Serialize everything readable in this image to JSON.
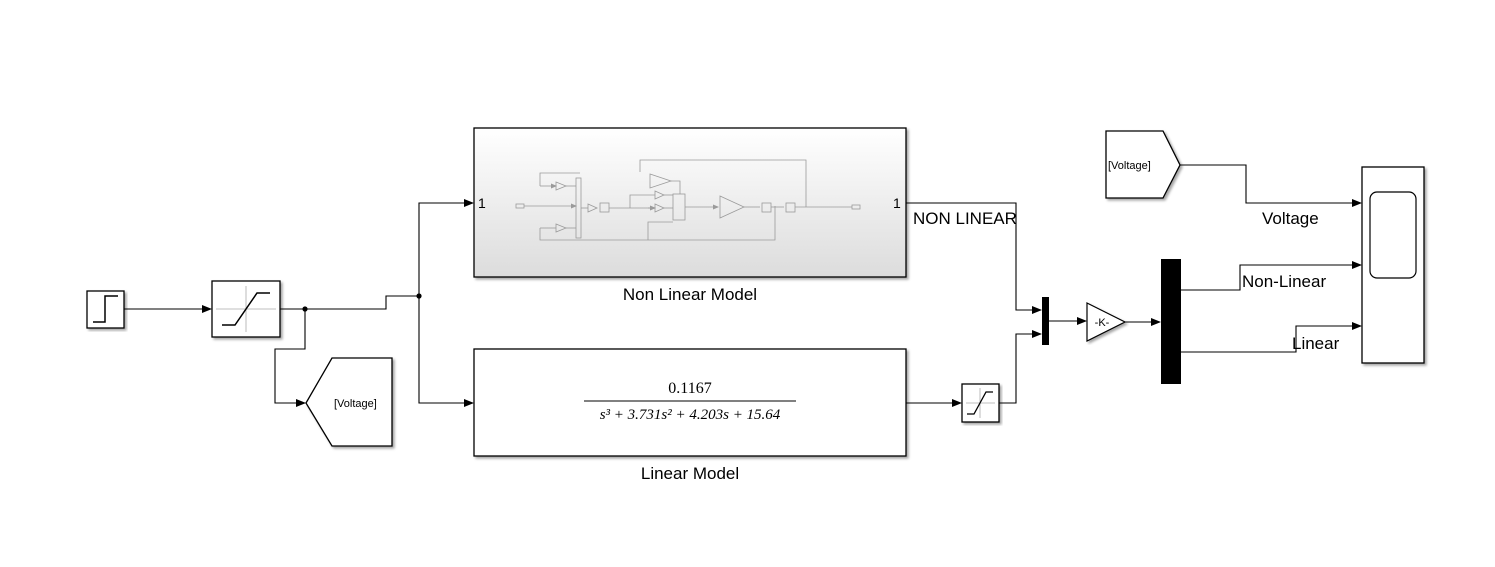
{
  "blocks": {
    "nonlinear_subsystem": {
      "title": "Non Linear Model",
      "in_port": "1",
      "out_port": "1"
    },
    "linear_tf": {
      "title": "Linear Model",
      "numerator": "0.1167",
      "denominator": "s³ + 3.731s² + 4.203s + 15.64"
    },
    "goto_tag": {
      "label": "[Voltage]"
    },
    "from_tag": {
      "label": "[Voltage]"
    },
    "gain": {
      "label": "-K-"
    }
  },
  "signal_labels": {
    "nonlinear_out": "NON LINEAR",
    "voltage": "Voltage",
    "non_linear": "Non-Linear",
    "linear": "Linear"
  },
  "icons": [
    "step-icon",
    "saturation-icon",
    "goto-icon",
    "from-icon",
    "mux-icon",
    "gain-icon",
    "demux-icon",
    "scope-icon"
  ]
}
